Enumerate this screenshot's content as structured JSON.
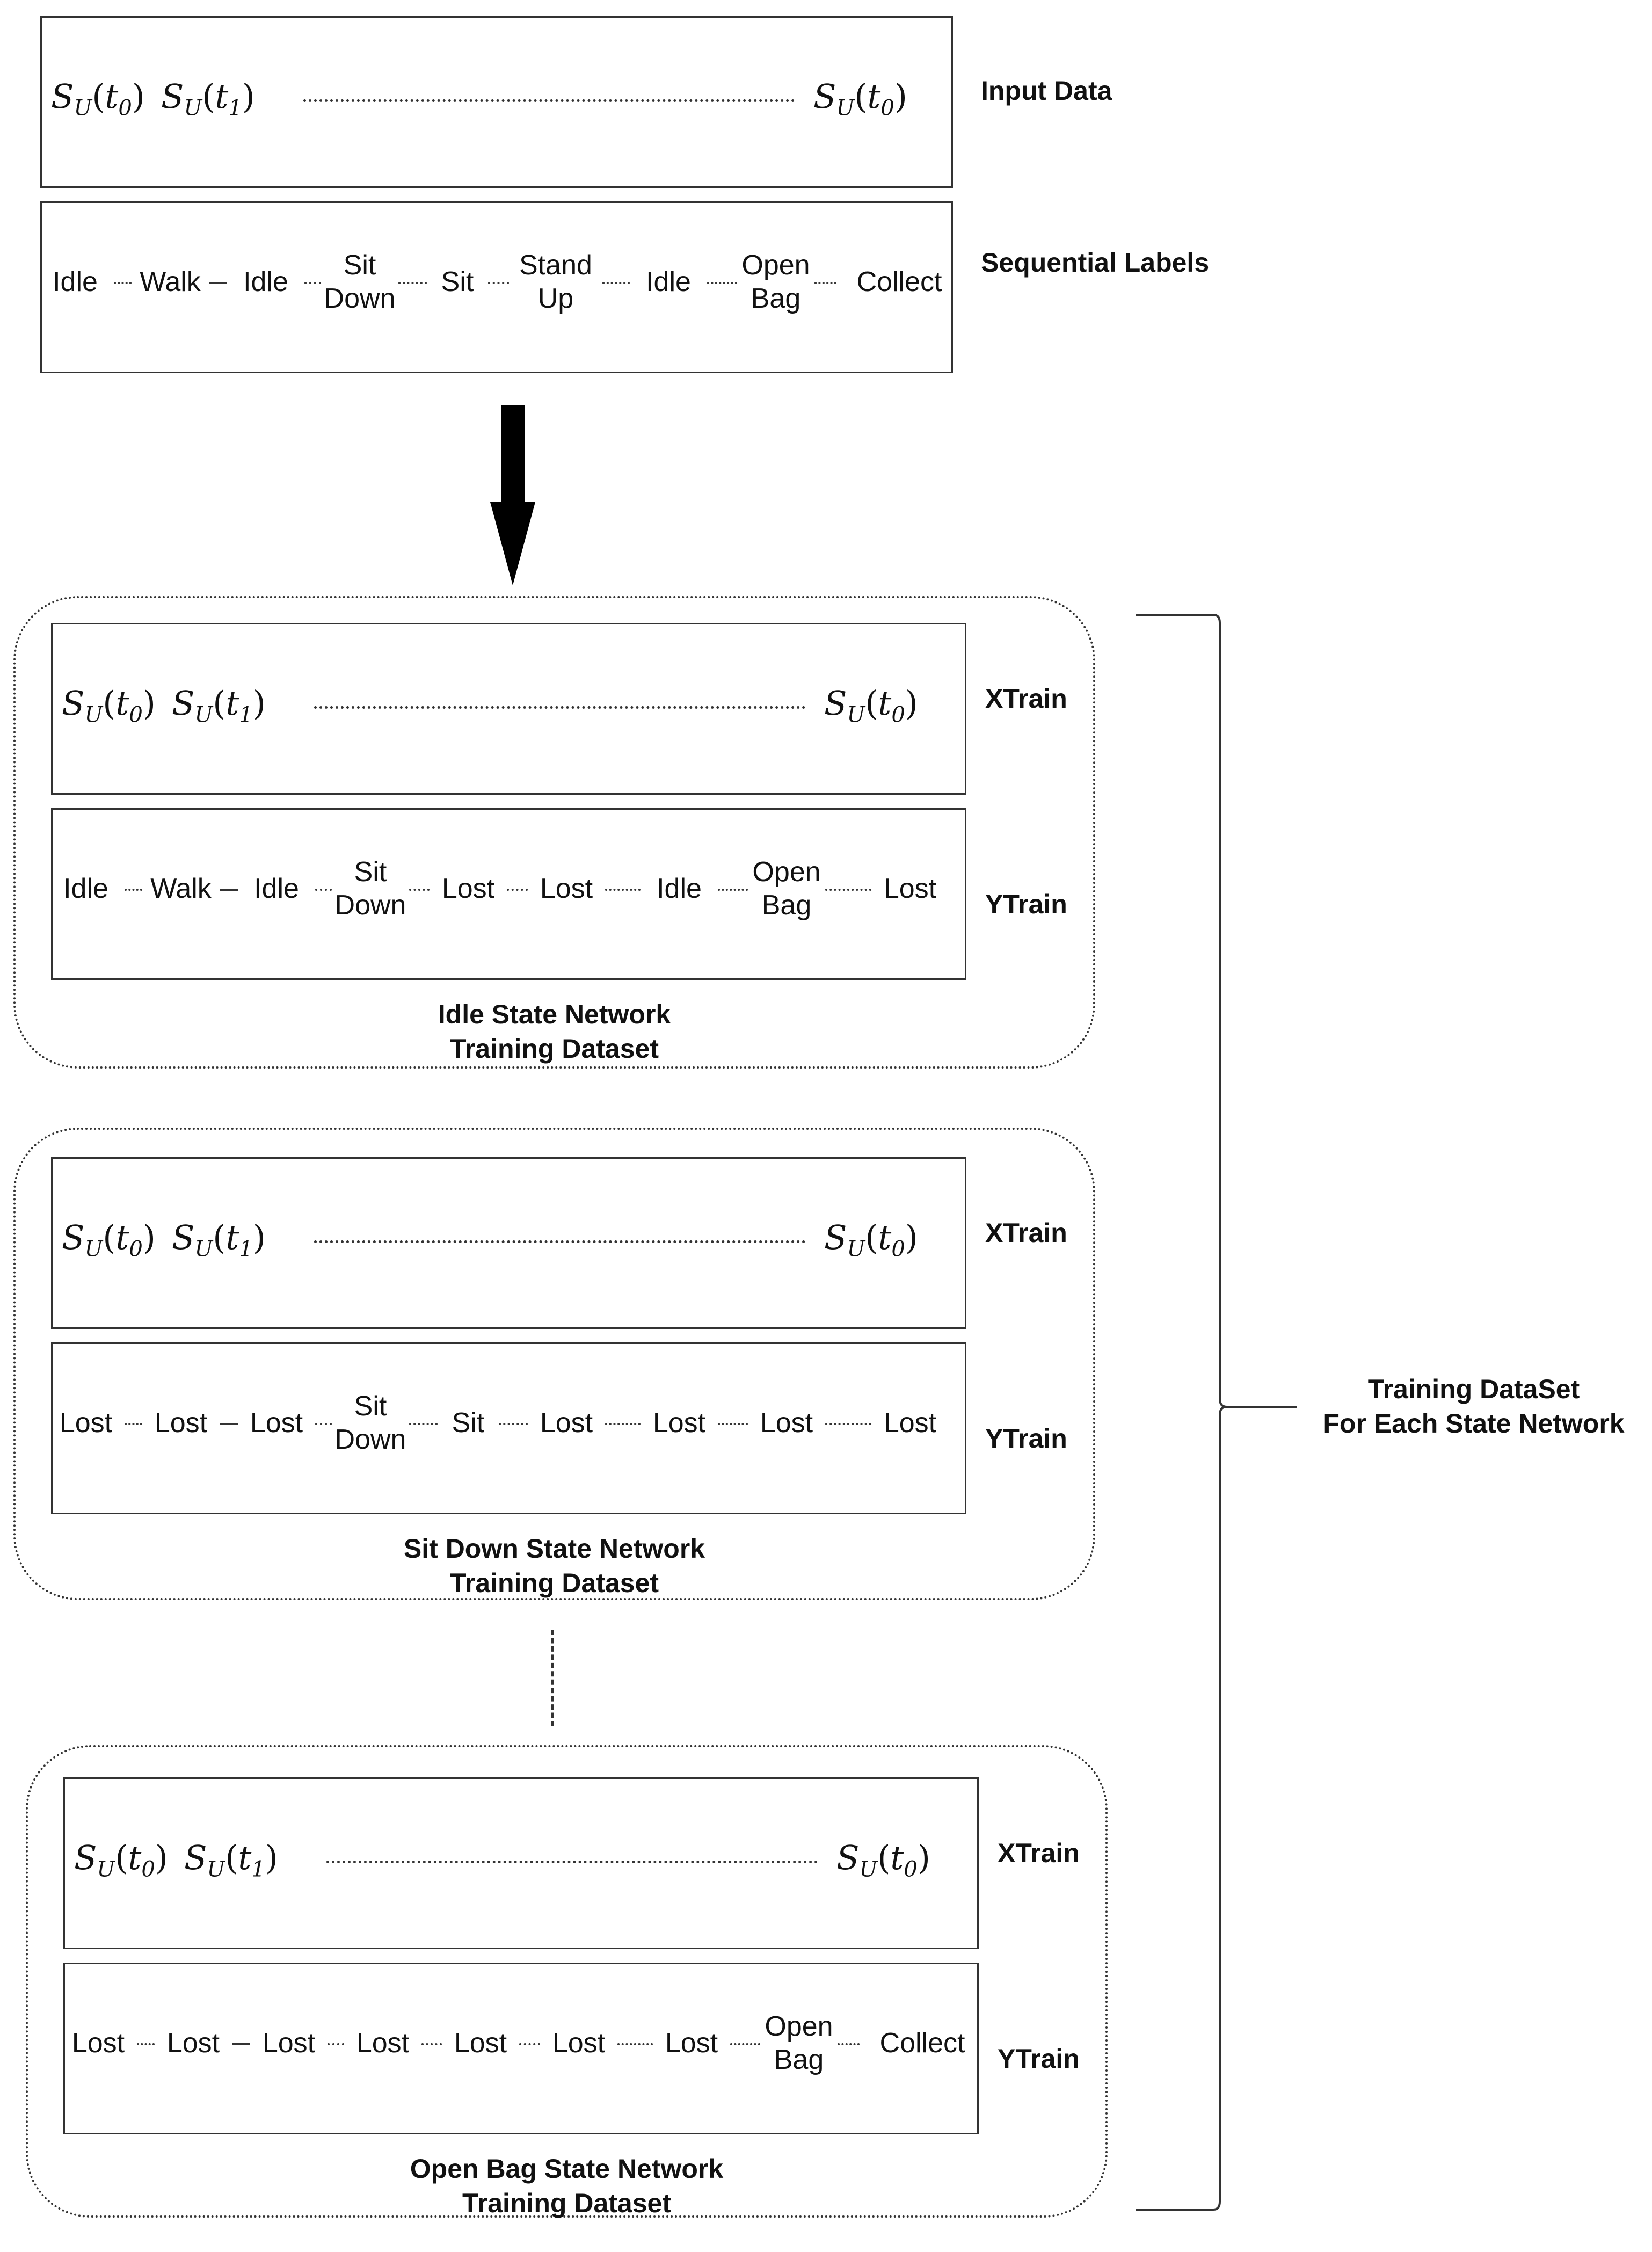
{
  "input_data": {
    "label": "Input Data",
    "symbols": [
      {
        "base": "S",
        "sub": "U",
        "arg": "t",
        "argsub": "0"
      },
      {
        "base": "S",
        "sub": "U",
        "arg": "t",
        "argsub": "1"
      },
      {
        "base": "S",
        "sub": "U",
        "arg": "t",
        "argsub": "0"
      }
    ]
  },
  "sequential_labels": {
    "label": "Sequential Labels",
    "items": [
      [
        "Idle"
      ],
      [
        "Walk"
      ],
      [
        "Idle"
      ],
      [
        "Sit",
        "Down"
      ],
      [
        "Sit"
      ],
      [
        "Stand",
        "Up"
      ],
      [
        "Idle"
      ],
      [
        "Open",
        "Bag"
      ],
      [
        "Collect"
      ]
    ]
  },
  "networks": [
    {
      "xtrain_label": "XTrain",
      "ytrain_label": "YTrain",
      "caption_line1": "Idle State Network",
      "caption_line2": "Training Dataset",
      "y_items": [
        [
          "Idle"
        ],
        [
          "Walk"
        ],
        [
          "Idle"
        ],
        [
          "Sit",
          "Down"
        ],
        [
          "Lost"
        ],
        [
          "Lost"
        ],
        [
          "Idle"
        ],
        [
          "Open",
          "Bag"
        ],
        [
          "Lost"
        ]
      ]
    },
    {
      "xtrain_label": "XTrain",
      "ytrain_label": "YTrain",
      "caption_line1": "Sit Down State Network",
      "caption_line2": "Training Dataset",
      "y_items": [
        [
          "Lost"
        ],
        [
          "Lost"
        ],
        [
          "Lost"
        ],
        [
          "Sit",
          "Down"
        ],
        [
          "Sit"
        ],
        [
          "Lost"
        ],
        [
          "Lost"
        ],
        [
          "Lost"
        ],
        [
          "Lost"
        ]
      ]
    },
    {
      "xtrain_label": "XTrain",
      "ytrain_label": "YTrain",
      "caption_line1": "Open Bag State Network",
      "caption_line2": "Training Dataset",
      "y_items": [
        [
          "Lost"
        ],
        [
          "Lost"
        ],
        [
          "Lost"
        ],
        [
          "Lost"
        ],
        [
          "Lost"
        ],
        [
          "Lost"
        ],
        [
          "Lost"
        ],
        [
          "Open",
          "Bag"
        ],
        [
          "Collect"
        ]
      ]
    }
  ],
  "bracket_label_line1": "Training DataSet",
  "bracket_label_line2": "For Each State Network"
}
